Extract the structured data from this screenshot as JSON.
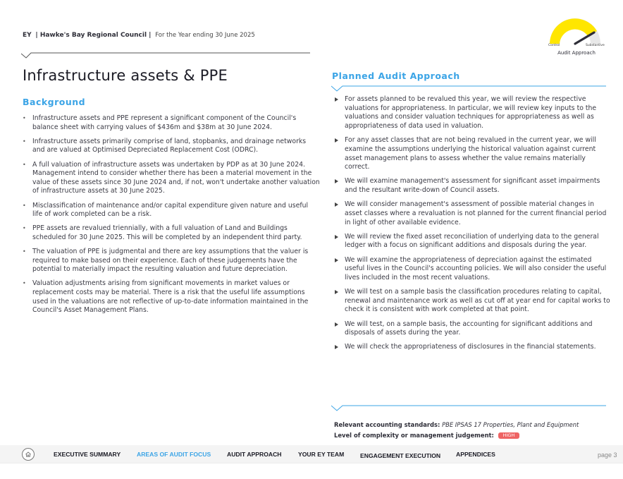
{
  "header": {
    "brand": "EY",
    "client": "| Hawke's Bay Regional Council |",
    "period": "For the Year ending 30 June 2025"
  },
  "gauge": {
    "title": "Audit Approach",
    "left_label": "Control",
    "right_label": "Substantive",
    "fill_color": "#ffe600",
    "track_color": "#e8e8e8",
    "needle_color": "#2e2e38"
  },
  "page_title": "Infrastructure assets & PPE",
  "background": {
    "heading": "Background",
    "items": [
      "Infrastructure assets and PPE represent a significant component of the Council's balance sheet with carrying values of $436m and $38m at 30 June 2024.",
      "Infrastructure assets primarily comprise of land, stopbanks, and drainage networks and are valued at Optimised Depreciated Replacement Cost (ODRC).",
      "A full valuation of infrastructure assets was undertaken by PDP as at 30 June 2024. Management intend to consider whether there has been a material movement in the value of these assets since 30 June 2024 and, if not, won't undertake another valuation of infrastructure assets at 30 June 2025.",
      "Misclassification of maintenance and/or capital expenditure given nature and useful life of work completed can be a risk.",
      "PPE assets are revalued triennially, with a full valuation of Land and Buildings scheduled for 30 June 2025. This will be completed by an independent third party.",
      "The valuation of PPE is judgmental and there are key assumptions that the valuer is required to make based on their experience. Each of these judgements have the potential to materially impact the resulting valuation and future depreciation.",
      "Valuation adjustments arising from significant movements in market values or replacement costs may be material. There is a risk that the useful life assumptions used in the valuations are not reflective of up-to-date information maintained in the Council's Asset Management Plans."
    ]
  },
  "planned_audit_approach": {
    "heading": "Planned Audit Approach",
    "items": [
      "For assets planned to be revalued this year, we will review the respective valuations for appropriateness. In particular, we will review key inputs to the valuations and consider valuation techniques for appropriateness as well as appropriateness of data used in valuation.",
      "For any asset classes that are not being revalued in the current year, we will examine the assumptions underlying the historical valuation against current asset management plans to assess whether the value remains materially correct.",
      "We will examine management's assessment for significant asset impairments and the resultant write-down of Council assets.",
      "We will consider management's assessment of possible material changes in asset classes where a revaluation is not planned for the current financial period in light of other available evidence.",
      "We will review the fixed asset reconciliation of underlying data to the general ledger with a focus on significant additions and disposals during the year.",
      "We will examine the appropriateness of depreciation against the estimated useful lives in the Council's accounting policies. We will also consider the useful lives included in the most recent valuations.",
      "We will test on a sample basis the classification procedures relating to capital, renewal and maintenance work as well as cut off at year end for capital works to check it is consistent with work completed at that point.",
      "We will test, on a sample basis, the accounting for significant additions and disposals of assets during the year.",
      "We will check the appropriateness of disclosures in the financial statements."
    ]
  },
  "footer_info": {
    "standards_label": "Relevant accounting standards:",
    "standards_value": "PBE IPSAS 17 Properties, Plant and Equipment",
    "complexity_label": "Level of complexity or management judgement:",
    "complexity_value": "HIGH",
    "complexity_color": "#ee6464"
  },
  "nav": {
    "items": [
      {
        "label": "EXECUTIVE SUMMARY",
        "active": false
      },
      {
        "label": "AREAS OF AUDIT FOCUS",
        "active": true
      },
      {
        "label": "AUDIT APPROACH",
        "active": false
      },
      {
        "label": "YOUR EY TEAM",
        "active": false
      },
      {
        "label": "ENGAGEMENT EXECUTION",
        "active": false
      },
      {
        "label": "APPENDICES",
        "active": false
      }
    ],
    "page": "page  3"
  },
  "colors": {
    "accent_blue": "#3ba4e6",
    "text": "#2e2e38",
    "ey_yellow": "#ffe600"
  }
}
